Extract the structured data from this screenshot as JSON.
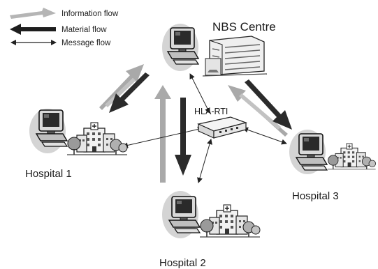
{
  "legend": {
    "information_flow": "Information flow",
    "material_flow": "Material flow",
    "message_flow": "Message flow"
  },
  "nodes": {
    "centre": "NBS Centre",
    "rti": "HLA-RTI",
    "hospital1": "Hospital 1",
    "hospital2": "Hospital 2",
    "hospital3": "Hospital 3"
  },
  "colors": {
    "information_arrow": "#a6a6a6",
    "material_arrow": "#2b2b2b",
    "message_arrow": "#222222",
    "blob": "#dcdcdc"
  }
}
